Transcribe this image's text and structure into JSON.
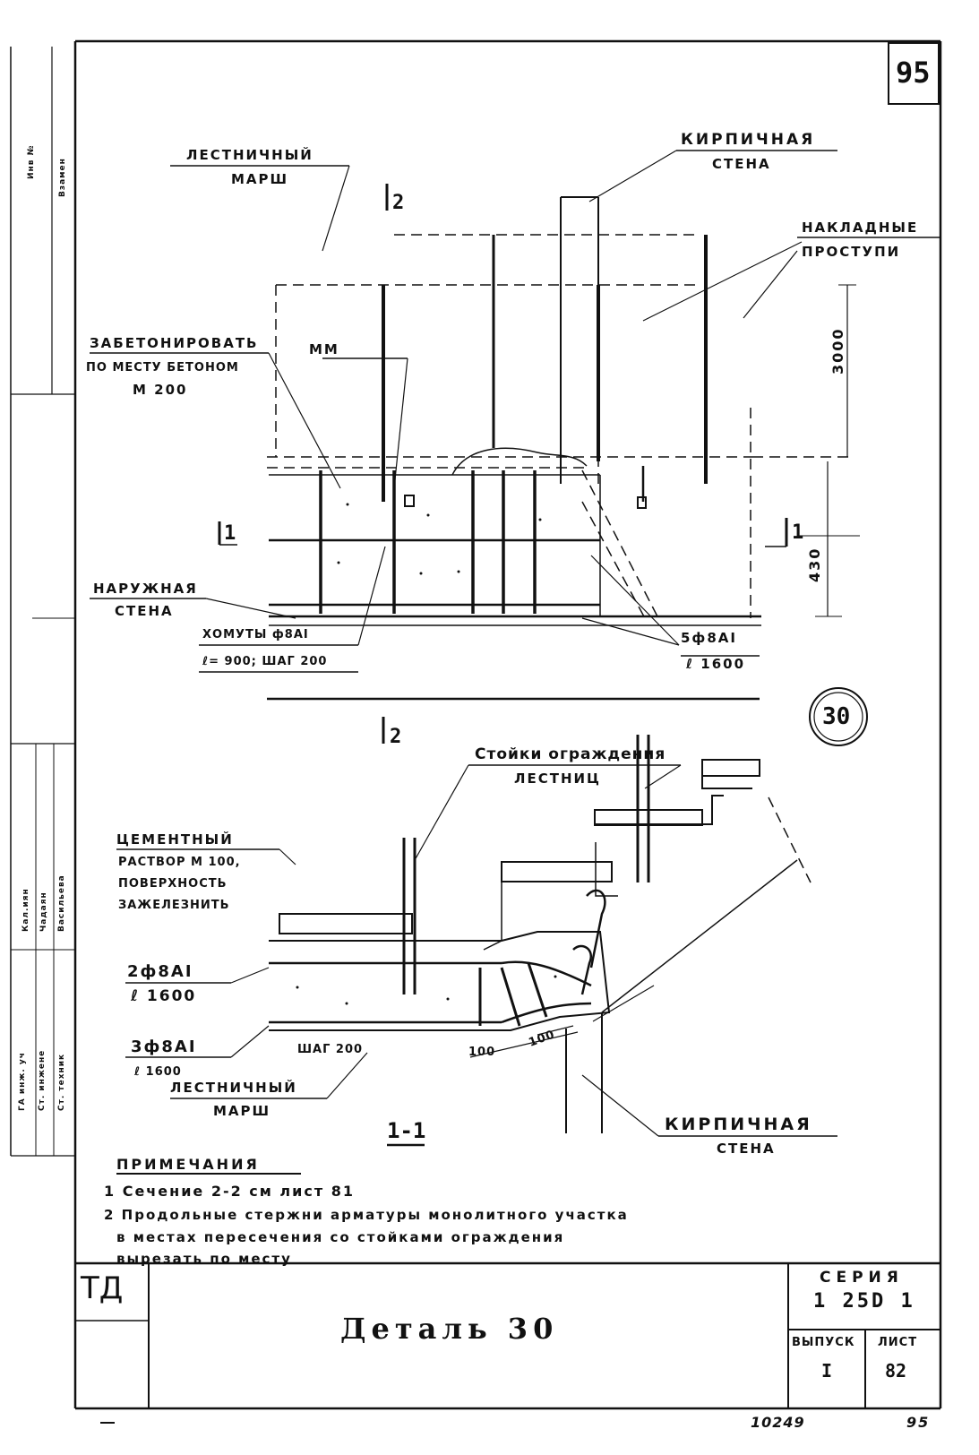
{
  "sheet": {
    "page_number": "95",
    "detail_bubble": "30",
    "stamp_code": "ТД",
    "title": "Деталь 30",
    "series_label": "СЕРИЯ",
    "series_value": "1 25D 1",
    "issue_label": "ВЫПУСК",
    "issue_value": "I",
    "sheet_label": "ЛИСТ",
    "sheet_value": "82",
    "archive_number": "10249",
    "bottom_page": "95"
  },
  "side_stamp": {
    "upper_col1": "Инв №",
    "upper_col2": "Взамен",
    "lower_names": [
      "Кал.иян",
      "Чадаян",
      "Васильева"
    ],
    "lower_roles": [
      "ГА инж. уч",
      "Ст. инжене",
      "Ст. техник"
    ]
  },
  "plan": {
    "stair_flight": [
      "ЛЕСТНИЧНЫЙ",
      "МАРШ"
    ],
    "brick_wall": [
      "КИРПИЧНАЯ",
      "СТЕНА"
    ],
    "overlay_treads": [
      "НАКЛАДНЫЕ",
      "ПРОСТУПИ"
    ],
    "concrete_note": [
      "ЗАБЕТОНИРОВАТЬ",
      "ПО МЕСТУ БЕТОНОМ",
      "М 200"
    ],
    "mm_label": "ММ",
    "outer_wall": [
      "НАРУЖНАЯ",
      "СТЕНА"
    ],
    "stirrups": [
      "ХОМУТЫ ф8АI",
      "ℓ= 900; ШАГ 200"
    ],
    "rebar_5": [
      "5ф8АI",
      "ℓ 1600"
    ],
    "dim_3000": "3000",
    "dim_430": "430",
    "section_1": "1",
    "section_2": "2"
  },
  "section": {
    "railing_posts": [
      "Стойки ограждения",
      "ЛЕСТНИЦ"
    ],
    "mortar_note": [
      "ЦЕМЕНТНЫЙ",
      "РАСТВОР М 100,",
      "ПОВЕРХНОСТЬ",
      "ЗАЖЕЛЕЗНИТЬ"
    ],
    "rebar_2": [
      "2ф8АI",
      "ℓ 1600"
    ],
    "rebar_3": [
      "3ф8АI",
      "ℓ 1600"
    ],
    "pitch": "ШАГ 200",
    "dim_100a": "100",
    "dim_100b": "100",
    "stair_flight": [
      "ЛЕСТНИЧНЫЙ",
      "МАРШ"
    ],
    "brick_wall": [
      "КИРПИЧНАЯ",
      "СТЕНА"
    ],
    "section_mark": "1-1"
  },
  "notes": {
    "heading": "ПРИМЕЧАНИЯ",
    "items": [
      "1 Сечение 2-2 см лист 81",
      "2 Продольные стержни арматуры монолитного участка",
      "в местах пересечения со стойками ограждения",
      "вырезать по месту"
    ]
  }
}
